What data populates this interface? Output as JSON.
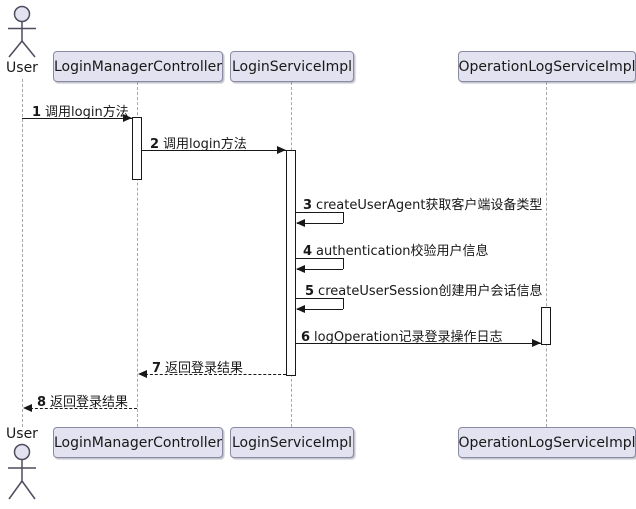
{
  "diagram": {
    "actor": {
      "label": "User"
    },
    "participants": [
      {
        "name": "LoginManagerController"
      },
      {
        "name": "LoginServiceImpl"
      },
      {
        "name": "OperationLogServiceImpl"
      }
    ],
    "messages": [
      {
        "num": "1",
        "text": "调用login方法",
        "type": "solid"
      },
      {
        "num": "2",
        "text": "调用login方法",
        "type": "solid"
      },
      {
        "num": "3",
        "text": "createUserAgent获取客户端设备类型",
        "type": "self"
      },
      {
        "num": "4",
        "text": "authentication校验用户信息",
        "type": "self"
      },
      {
        "num": "5",
        "text": "createUserSession创建用户会话信息",
        "type": "self"
      },
      {
        "num": "6",
        "text": "logOperation记录登录操作日志",
        "type": "solid"
      },
      {
        "num": "7",
        "text": "返回登录结果",
        "type": "dashed-return"
      },
      {
        "num": "8",
        "text": "返回登录结果",
        "type": "dashed-return"
      }
    ],
    "colors": {
      "participant_fill": "#E2E2F0",
      "participant_border": "#8A8AA3",
      "message_line": "#181818",
      "lifeline": "#A8A8A8",
      "background": "#FFFFFF"
    }
  }
}
